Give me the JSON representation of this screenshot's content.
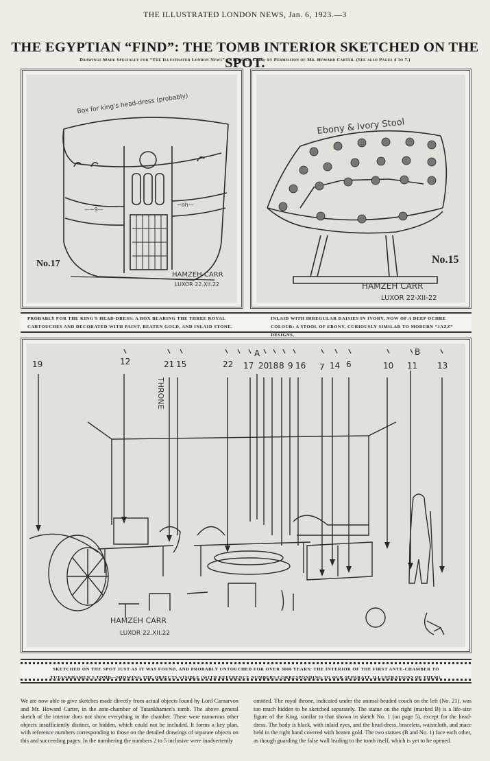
{
  "header": {
    "masthead": "THE ILLUSTRATED LONDON NEWS, Jan. 6, 1923.—3",
    "headline": "THE EGYPTIAN “FIND”: THE TOMB INTERIOR SKETCHED ON THE SPOT.",
    "credit": "Drawings Made Specially for “The Illustrated London News” by Hamzeh Carr; by Permission of Mr. Howard Carter. (See also Pages 4 to 7.)"
  },
  "sketch_left": {
    "note": "Box for king's head-dress (probably)",
    "number": "No.17",
    "signature_name": "HAMZEH CARR",
    "signature_place": "LUXOR 22.XII.22"
  },
  "sketch_right": {
    "note": "Ebony & Ivory Stool",
    "number": "No.15",
    "signature_name": "HAMZEH CARR",
    "signature_place": "LUXOR 22-XII-22"
  },
  "caption_left": "Probably for the King's head-dress: a box bearing the three royal cartouches and decorated with paint, beaten gold, and inlaid stone.",
  "caption_right": "Inlaid with irregular daisies in ivory, now of a deep ochre colour: a stool of ebony, curiously similar to modern “jazz” designs.",
  "main_sketch": {
    "throne_label": "THRONE",
    "signature_name": "HAMZEH CARR",
    "signature_place": "LUXOR 22.XII.22",
    "ref_numbers": [
      "19",
      "12",
      "21",
      "15",
      "22",
      "17",
      "A",
      "20",
      "18",
      "8",
      "9",
      "16",
      "7",
      "14",
      "6",
      "10",
      "B",
      "11",
      "13"
    ]
  },
  "caption_main": "Sketched on the spot just as it was found, and probably untouched for over 3000 years: the interior of the first ante-chamber to Tutankhamen's tomb—showing the objects visible (with reference numbers corresponding to our separate illustrations of them).",
  "article": {
    "col1": "We are now able to give sketches made directly from actual objects found by Lord Carnarvon and Mr. Howard Carter, in the ante-chamber of Tutankhamen's tomb. The above general sketch of the interior does not show everything in the chamber. There were numerous other objects insufficiently distinct, or hidden, which could not be included. It forms a key plan, with reference numbers corresponding to those on the detailed drawings of separate objects on this and succeeding pages. In the numbering the numbers 2 to 5 inclusive were inadvertently",
    "col2": "omitted. The royal throne, indicated under the animal-headed couch on the left (No. 21), was too much hidden to be sketched separately. The statue on the right (marked B) is a life-size figure of the King, similar to that shown in sketch No. 1 (on page 5), except for the head-dress. The body is black, with inlaid eyes, and the head-dress, bracelets, waistcloth, and mace held in the right hand covered with beaten gold. The two statues (B and No. 1) face each other, as though guarding the false wall leading to the tomb itself, which is yet to be opened."
  }
}
